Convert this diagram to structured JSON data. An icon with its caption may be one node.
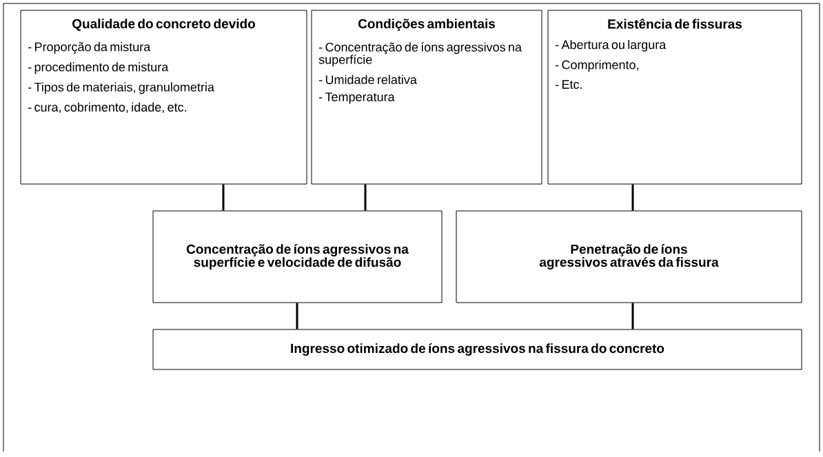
{
  "diagram": {
    "nodes": [
      {
        "text": [
          "Qualidade do concreto devido",
          "- Proporção da mistura",
          "- procedimento de mistura",
          "- Tipos de materiais, granulometria",
          "- cura, cobrimento, idade, etc."
        ]
      },
      {
        "text": [
          "Condições ambientais",
          "- Concentração de íons agressivos na superfície",
          "- Umidade relativa",
          "- Temperatura"
        ]
      },
      {
        "text": [
          "Existência de fissuras",
          "- Abertura ou largura",
          "- Comprimento,",
          "- Etc."
        ]
      },
      {
        "text": [
          "Concentração de íons agressivos na superfície e velocidade de difusão"
        ]
      },
      {
        "text": [
          "Penetração de íons agressivos através da fissura"
        ]
      },
      {
        "text": [
          "Ingresso otimizado de íons agressivos na fissura do concreto"
        ]
      }
    ],
    "edges": [
      {
        "from": 0,
        "to": 3,
        "arrow": "none"
      },
      {
        "from": 1,
        "to": 3,
        "arrow": "none"
      },
      {
        "from": 2,
        "to": 4,
        "arrow": "none"
      },
      {
        "from": 3,
        "to": 5,
        "arrow": "none"
      },
      {
        "from": 4,
        "to": 5,
        "arrow": "none"
      }
    ]
  }
}
